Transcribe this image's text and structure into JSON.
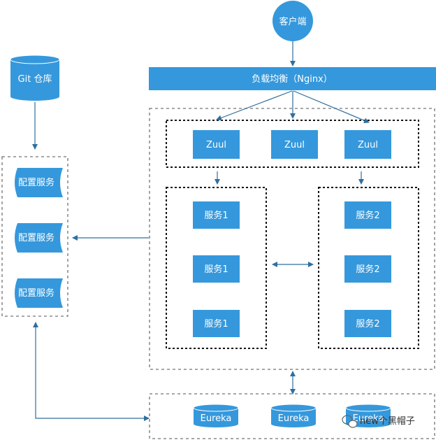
{
  "colors": {
    "node": "#3598dc",
    "arrow": "#2e6f9e",
    "dash_gray": "#8c8c8c",
    "dash_black": "#111111"
  },
  "client": {
    "label": "客户端",
    "shape": "circle"
  },
  "load_balancer": {
    "label": "负载均衡（Nginx）"
  },
  "git_repo": {
    "label": "Git 仓库",
    "shape": "cylinder"
  },
  "config_services": [
    "配置服务",
    "配置服务",
    "配置服务"
  ],
  "zuul_nodes": [
    "Zuul",
    "Zuul",
    "Zuul"
  ],
  "service_group_1": [
    "服务1",
    "服务1",
    "服务1"
  ],
  "service_group_2": [
    "服务2",
    "服务2",
    "服务2"
  ],
  "eureka_nodes": [
    "Eureka",
    "Eureka",
    "Eureka"
  ],
  "watermark": {
    "text": "new个黑帽子",
    "icon": "wechat-icon"
  }
}
